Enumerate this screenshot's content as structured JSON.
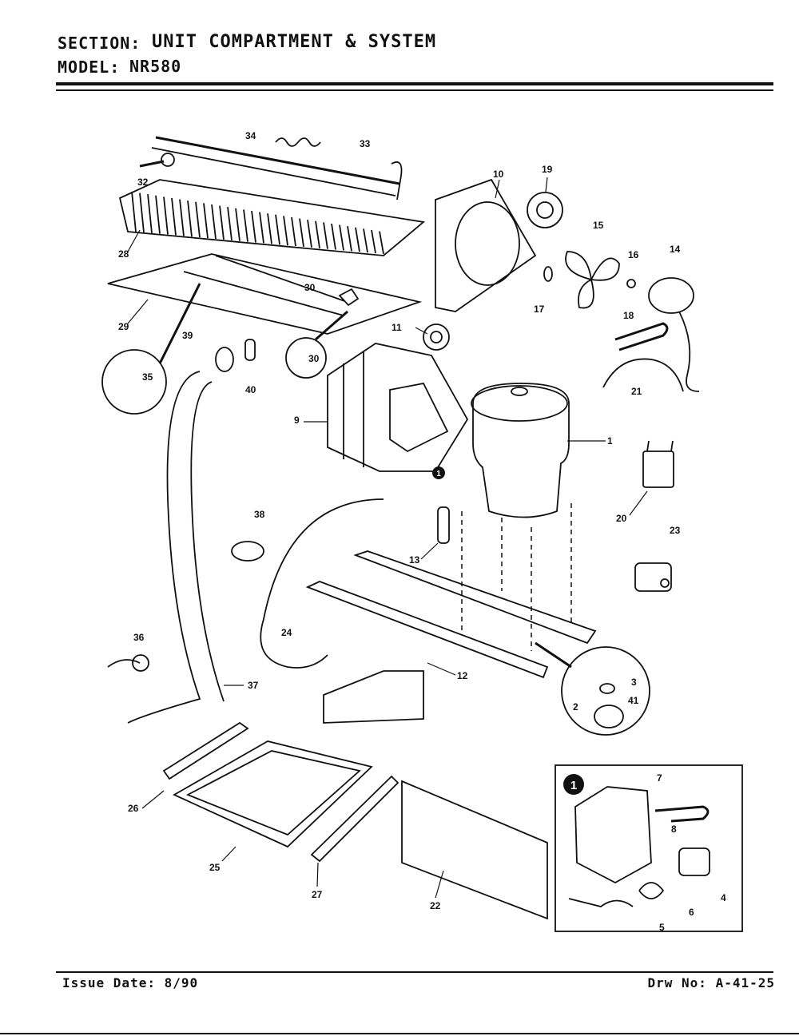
{
  "header": {
    "section_label": "SECTION:",
    "section_value": "UNIT COMPARTMENT & SYSTEM",
    "model_label": "MODEL:",
    "model_value": "NR580"
  },
  "footer": {
    "issue_date": "Issue Date: 8/90",
    "drawing_no": "Drw No: A-41-25"
  },
  "parts": {
    "p1": "1",
    "p2": "2",
    "p3": "3",
    "p4": "4",
    "p5": "5",
    "p6": "6",
    "p7": "7",
    "p8": "8",
    "p9": "9",
    "p10": "10",
    "p11": "11",
    "p12": "12",
    "p13": "13",
    "p14": "14",
    "p15": "15",
    "p16": "16",
    "p17": "17",
    "p18": "18",
    "p19": "19",
    "p20": "20",
    "p21": "21",
    "p22": "22",
    "p23": "23",
    "p24": "24",
    "p25": "25",
    "p26": "26",
    "p27": "27",
    "p28": "28",
    "p29": "29",
    "p30a": "30",
    "p30b": "30",
    "p32": "32",
    "p33": "33",
    "p34": "34",
    "p35": "35",
    "p36": "36",
    "p37": "37",
    "p38": "38",
    "p39": "39",
    "p40": "40",
    "p41": "41"
  },
  "inset_marker": "1",
  "inset_marker_small": "1"
}
